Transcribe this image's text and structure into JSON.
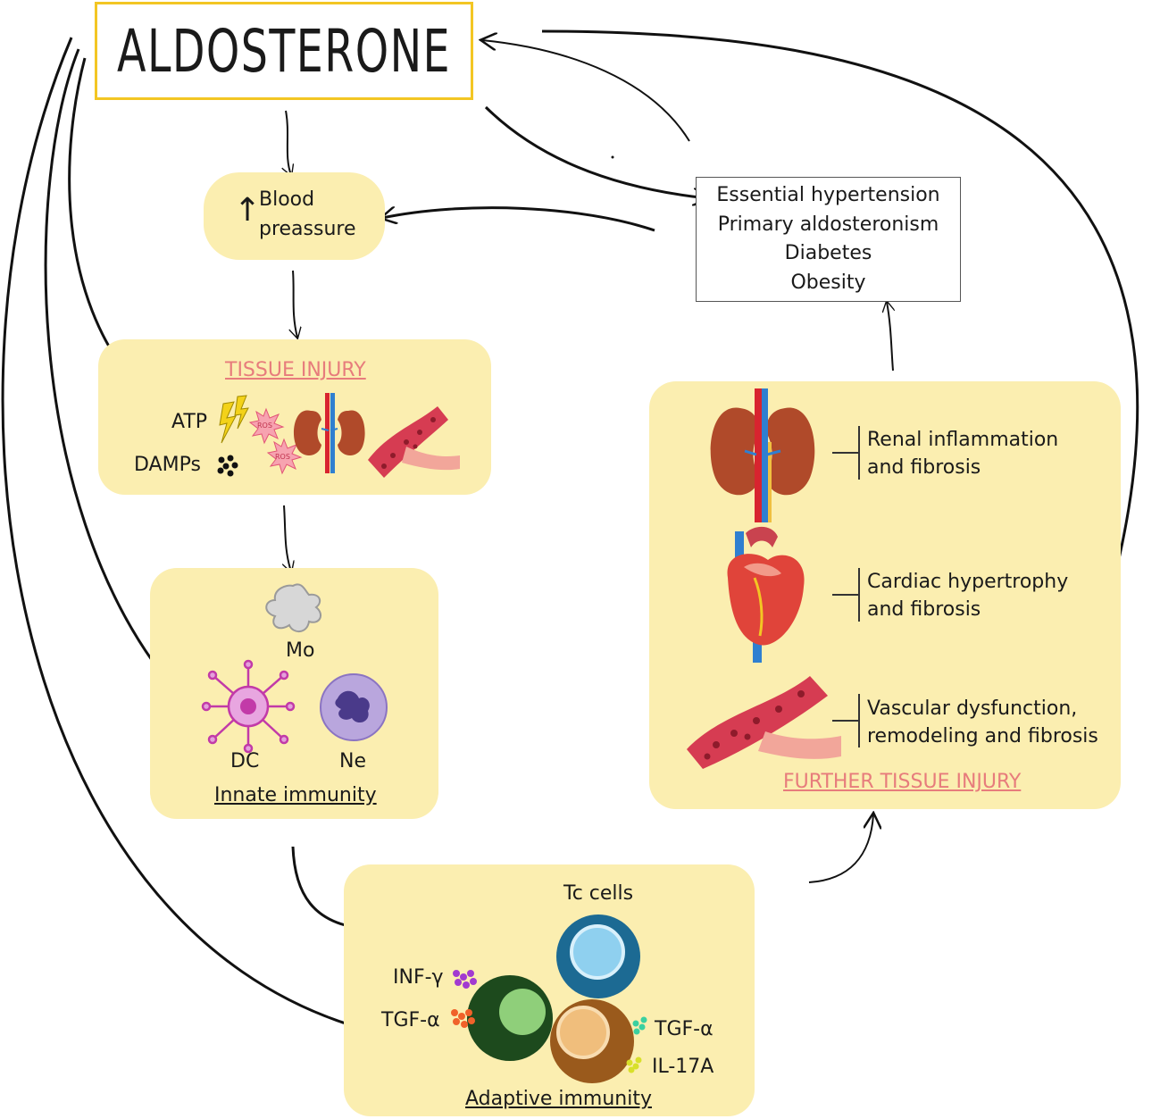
{
  "title": "ALDOSTERONE",
  "blood_pressure": {
    "arrow_symbol": "↑",
    "line1": "Blood",
    "line2": "preassure"
  },
  "tissue_injury": {
    "title": "TISSUE INJURY",
    "atp": "ATP",
    "damps": "DAMPs",
    "ros": "ROS"
  },
  "innate_immunity": {
    "title": "Innate immunity",
    "mo": "Mo",
    "dc": "DC",
    "ne": "Ne"
  },
  "adaptive_immunity": {
    "title": "Adaptive immunity",
    "tc_cells": "Tc cells",
    "inf_gamma": "INF-γ",
    "tgf_alpha_left": "TGF-α",
    "tgf_alpha_right": "TGF-α",
    "il17a": "IL-17A"
  },
  "conditions": [
    "Essential hypertension",
    "Primary aldosteronism",
    "Diabetes",
    "Obesity"
  ],
  "further_injury": {
    "title": "FURTHER TISSUE INJURY",
    "renal": [
      "Renal inflammation",
      "and fibrosis"
    ],
    "cardiac": [
      "Cardiac hypertrophy",
      "and fibrosis"
    ],
    "vascular": [
      "Vascular dysfunction,",
      "remodeling and fibrosis"
    ]
  },
  "colors": {
    "box_fill": "#fbeeb0",
    "title_border": "#f3c623",
    "red_title": "#e77c7c",
    "tc_cell": "#1c6a93",
    "th_cell": "#1d4a1d",
    "brown_cell": "#9a5a1c"
  }
}
